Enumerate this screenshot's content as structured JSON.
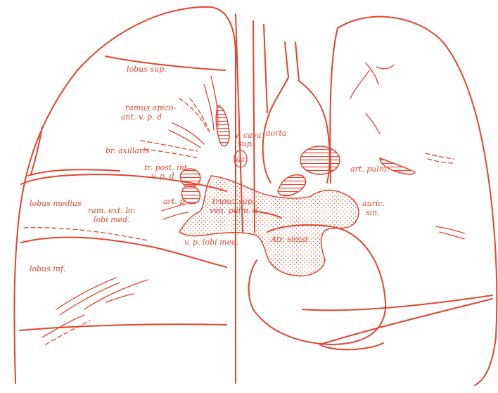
{
  "colors": {
    "ink": "#e0452f",
    "paper": "#ffffff"
  },
  "labels": {
    "lobus_sup": "lobus sup.",
    "ramus_apico_1": "ramus apico-",
    "ramus_apico_2": "ant. v. p. d",
    "br_axillaris": "br. axillaris",
    "tr_post_1": "tr. post. int.",
    "tr_post_2": "v. p. d",
    "lobus_medius": "lobus medius",
    "art_p": "art. p",
    "ram_ext_1": "ram. ext. br.",
    "ram_ext_2": "lobi med.",
    "v_cava_1": "v. cava",
    "v_cava_2": "sup.",
    "az": "az",
    "aorta": "aorta",
    "art_pulm": "art. pulm.",
    "trunc_1": "trunc. sup.",
    "trunc_2": "ven. pulm. d",
    "auric_1": "auric.",
    "auric_2": "sin.",
    "atr_sinist": "Atr. sinist.",
    "v_p_lobi_med": "v. p. lobi med.",
    "lobus_inf": "lobus inf."
  }
}
